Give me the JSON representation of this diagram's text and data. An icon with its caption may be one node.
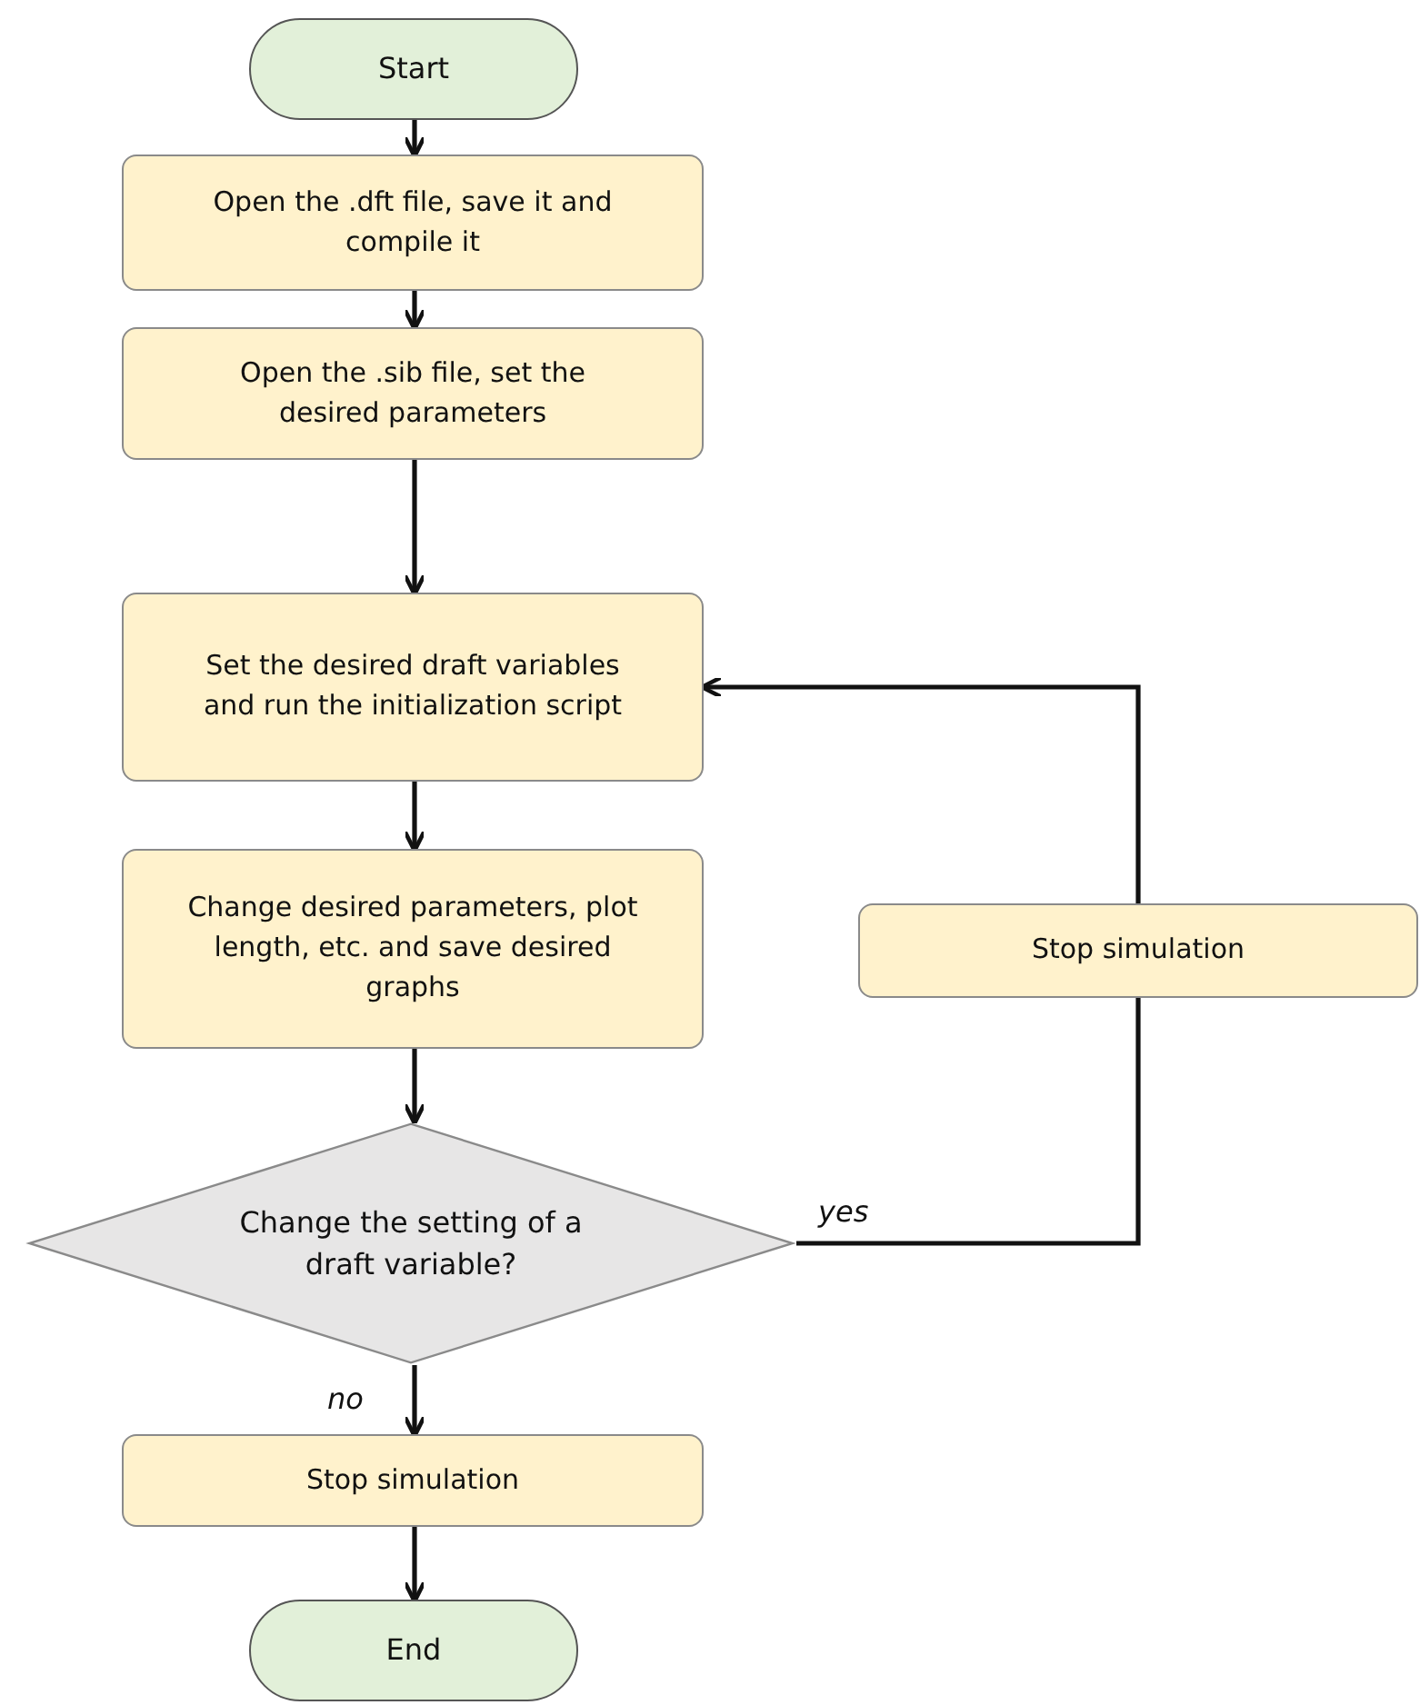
{
  "diagram": {
    "nodes": [
      {
        "text": [
          "Start"
        ]
      },
      {
        "text": [
          "Open the .dft file, save it and compile it"
        ]
      },
      {
        "text": [
          "Open the .sib file, set the desired parameters"
        ]
      },
      {
        "text": [
          "Set the desired draft variables and run the initialization script"
        ]
      },
      {
        "text": [
          "Change desired parameters, plot length, etc. and save desired graphs"
        ]
      },
      {
        "text": [
          "Change the setting of a draft variable?"
        ]
      },
      {
        "text": [
          "Stop simulation"
        ]
      },
      {
        "text": [
          "End"
        ]
      },
      {
        "text": [
          "Stop simulation"
        ]
      }
    ],
    "edges": [
      {
        "from": 0,
        "to": 1,
        "arrow": "to"
      },
      {
        "from": 1,
        "to": 2,
        "arrow": "to"
      },
      {
        "from": 2,
        "to": 3,
        "arrow": "to"
      },
      {
        "from": 3,
        "to": 4,
        "arrow": "to"
      },
      {
        "from": 4,
        "to": 5,
        "arrow": "to"
      },
      {
        "from": 5,
        "to": 6,
        "arrow": "to",
        "label": "no"
      },
      {
        "from": 6,
        "to": 7,
        "arrow": "to"
      },
      {
        "from": 5,
        "to": 8,
        "arrow": "none",
        "label": "yes"
      },
      {
        "from": 8,
        "to": 3,
        "arrow": "to"
      }
    ]
  }
}
